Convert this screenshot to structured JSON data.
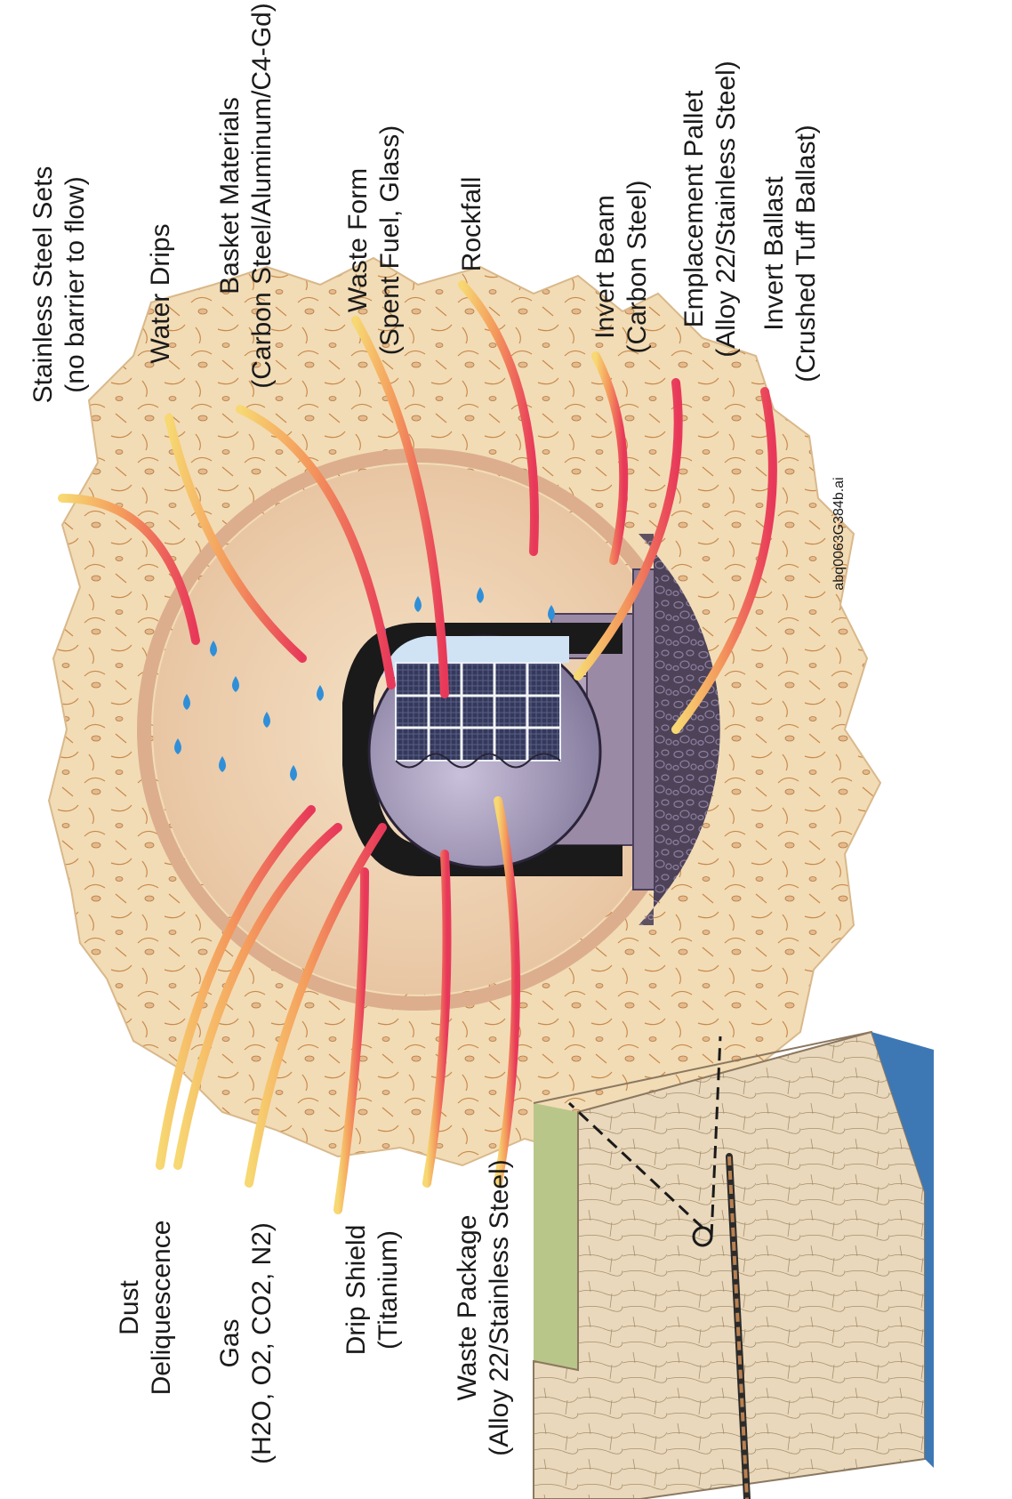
{
  "labels": {
    "stainless_steel_sets": [
      "Stainless Steel Sets",
      "(no barrier to flow)"
    ],
    "water_drips": [
      "Water Drips"
    ],
    "basket_materials": [
      "Basket Materials",
      "(Carbon Steel/Aluminum/C4-Gd)"
    ],
    "waste_form": [
      "Waste Form",
      "(Spent Fuel, Glass)"
    ],
    "rockfall": [
      "Rockfall"
    ],
    "invert_beam": [
      "Invert Beam",
      "(Carbon Steel)"
    ],
    "emplacement_pallet": [
      "Emplacement Pallet",
      "(Alloy 22/Stainless Steel)"
    ],
    "invert_ballast": [
      "Invert Ballast",
      "(Crushed Tuff Ballast)"
    ],
    "dust": [
      "Dust",
      "Deliquescence"
    ],
    "gas_title": "Gas",
    "gas_formula": "(H2O, O2, CO2, N2)",
    "drip_shield": [
      "Drip Shield",
      "(Titanium)"
    ],
    "waste_package": [
      "Waste Package",
      "(Alloy 22/Stainless Steel)"
    ]
  },
  "file_id": "abq0063G384b.ai",
  "colors": {
    "rock": "#f2dcb6",
    "rock_speckle": "#c98a4a",
    "tunnel_wall": "#e3b99a",
    "drift_air": "#f0d7b5",
    "drip_shield": "#1a1a1a",
    "waste_package": "#a49ab8",
    "basket": "#2b2f4a",
    "pallet": "#9b8aa6",
    "ballast": "#4d4257",
    "water": "#2f8fd8",
    "arrow_head": "#e8385a",
    "arrow_tail": "#f6d36a",
    "block_sky": "#3d78b5"
  }
}
